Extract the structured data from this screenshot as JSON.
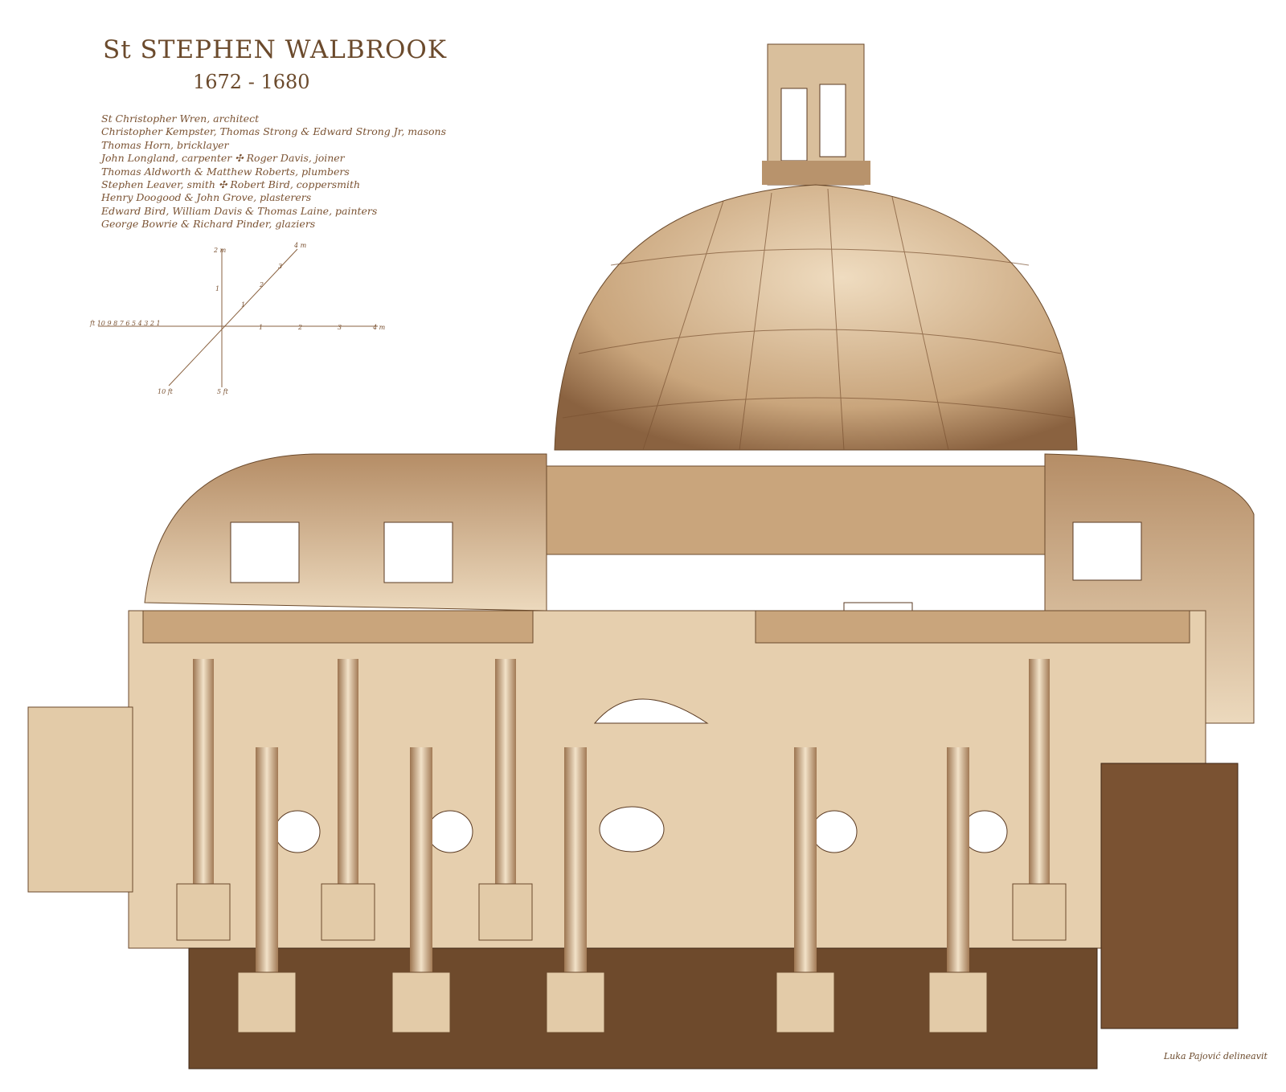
{
  "title": "St STEPHEN WALBROOK",
  "dates": "1672 - 1680",
  "credits": [
    "St Christopher Wren, architect",
    "Christopher Kempster, Thomas Strong & Edward Strong Jr, masons",
    "Thomas Horn, bricklayer",
    "John Longland, carpenter ✣ Roger Davis, joiner",
    "Thomas Aldworth & Matthew Roberts, plumbers",
    "Stephen Leaver, smith ✣ Robert Bird, coppersmith",
    "Henry Doogood & John Grove, plasterers",
    "Edward Bird, William Davis & Thomas Laine, painters",
    "George Bowrie & Richard Pinder, glaziers"
  ],
  "scale": {
    "vertical_top": "2 m",
    "vertical_mid": "1",
    "diag_end": "4 m",
    "diag_ticks": [
      "1",
      "2",
      "3"
    ],
    "horiz_left": "ft 10  9  8  7  6  5  4  3  2  1",
    "horiz_right": [
      "1",
      "2",
      "3"
    ],
    "horiz_end": "4 m",
    "vertical_bottom": "5 ft",
    "diag_bottom": "10 ft"
  },
  "signature": "Luka Pajović delineavit",
  "colors": {
    "ink": "#6b4a2c",
    "stone": "#d9bf9c",
    "shadow": "#8a6240",
    "wood": "#5a3a22"
  }
}
